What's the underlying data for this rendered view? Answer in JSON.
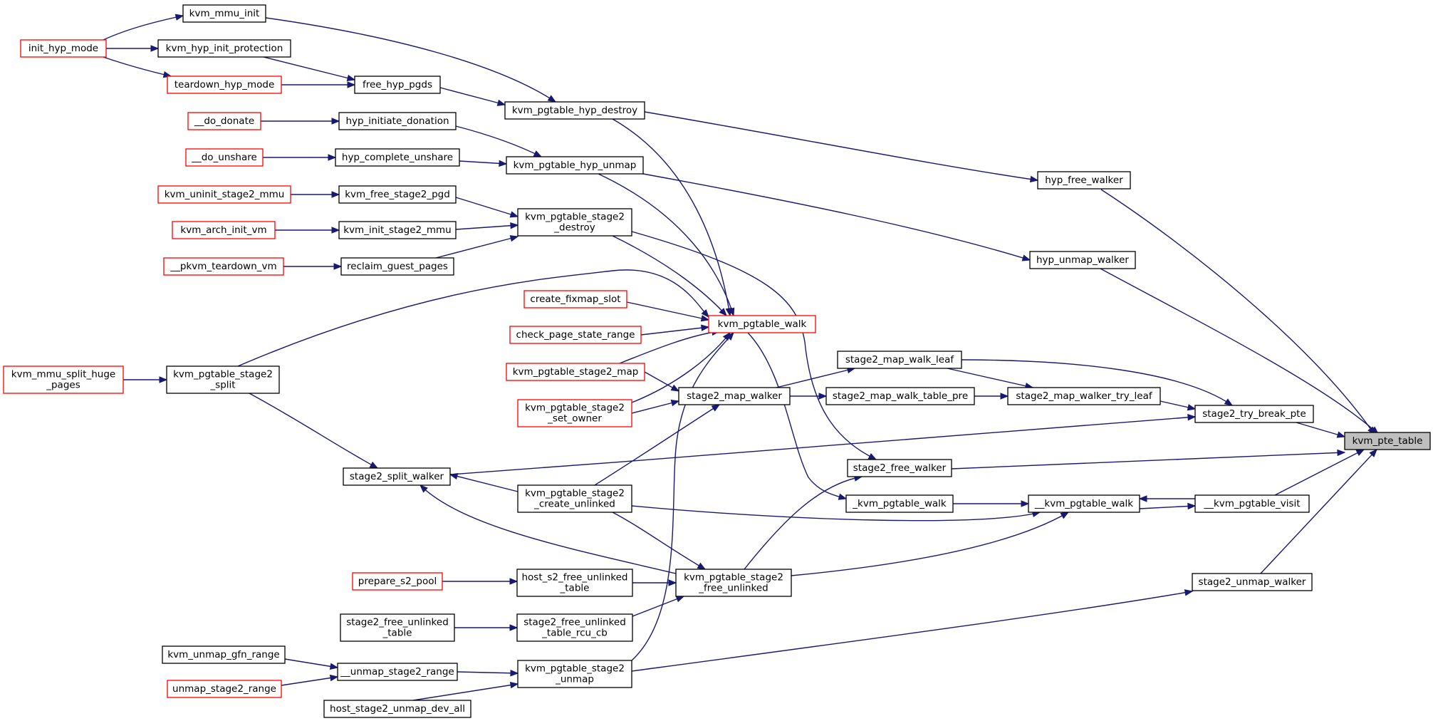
{
  "graph": {
    "title": "",
    "colors": {
      "edge": "#191970",
      "node_border": "#000000",
      "external_border": "#ff0000",
      "root_fill": "#bfbfbf"
    },
    "nodes": [
      {
        "id": "kvm_pte_table",
        "label": [
          "kvm_pte_table"
        ],
        "style": "root"
      },
      {
        "id": "hyp_free_walker",
        "label": [
          "hyp_free_walker"
        ],
        "style": "normal"
      },
      {
        "id": "hyp_unmap_walker",
        "label": [
          "hyp_unmap_walker"
        ],
        "style": "normal"
      },
      {
        "id": "stage2_try_break_pte",
        "label": [
          "stage2_try_break_pte"
        ],
        "style": "normal"
      },
      {
        "id": "stage2_free_walker",
        "label": [
          "stage2_free_walker"
        ],
        "style": "normal"
      },
      {
        "id": "__kvm_pgtable_visit",
        "label": [
          "__kvm_pgtable_visit"
        ],
        "style": "normal"
      },
      {
        "id": "stage2_unmap_walker",
        "label": [
          "stage2_unmap_walker"
        ],
        "style": "normal"
      },
      {
        "id": "stage2_map_walk_leaf",
        "label": [
          "stage2_map_walk_leaf"
        ],
        "style": "normal"
      },
      {
        "id": "stage2_map_walker_try_leaf",
        "label": [
          "stage2_map_walker_try_leaf"
        ],
        "style": "normal"
      },
      {
        "id": "stage2_map_walk_table_pre",
        "label": [
          "stage2_map_walk_table_pre"
        ],
        "style": "normal"
      },
      {
        "id": "__kvm_pgtable_walk",
        "label": [
          "__kvm_pgtable_walk"
        ],
        "style": "normal"
      },
      {
        "id": "_kvm_pgtable_walk",
        "label": [
          "_kvm_pgtable_walk"
        ],
        "style": "normal"
      },
      {
        "id": "kvm_pgtable_walk",
        "label": [
          "kvm_pgtable_walk"
        ],
        "style": "red"
      },
      {
        "id": "stage2_map_walker",
        "label": [
          "stage2_map_walker"
        ],
        "style": "normal"
      },
      {
        "id": "stage2_split_walker",
        "label": [
          "stage2_split_walker"
        ],
        "style": "normal"
      },
      {
        "id": "kvm_pgtable_stage2_create_unlinked",
        "label": [
          "kvm_pgtable_stage2",
          "_create_unlinked"
        ],
        "style": "normal"
      },
      {
        "id": "kvm_pgtable_stage2_free_unlinked",
        "label": [
          "kvm_pgtable_stage2",
          "_free_unlinked"
        ],
        "style": "normal"
      },
      {
        "id": "kvm_pgtable_hyp_destroy",
        "label": [
          "kvm_pgtable_hyp_destroy"
        ],
        "style": "normal"
      },
      {
        "id": "kvm_pgtable_hyp_unmap",
        "label": [
          "kvm_pgtable_hyp_unmap"
        ],
        "style": "normal"
      },
      {
        "id": "kvm_pgtable_stage2_destroy",
        "label": [
          "kvm_pgtable_stage2",
          "_destroy"
        ],
        "style": "normal"
      },
      {
        "id": "kvm_pgtable_stage2_unmap",
        "label": [
          "kvm_pgtable_stage2",
          "_unmap"
        ],
        "style": "normal"
      },
      {
        "id": "host_s2_free_unlinked_table",
        "label": [
          "host_s2_free_unlinked",
          "_table"
        ],
        "style": "normal"
      },
      {
        "id": "stage2_free_unlinked_table_rcu_cb",
        "label": [
          "stage2_free_unlinked",
          "_table_rcu_cb"
        ],
        "style": "normal"
      },
      {
        "id": "kvm_pgtable_stage2_split",
        "label": [
          "kvm_pgtable_stage2",
          "_split"
        ],
        "style": "normal"
      },
      {
        "id": "create_fixmap_slot",
        "label": [
          "create_fixmap_slot"
        ],
        "style": "red"
      },
      {
        "id": "check_page_state_range",
        "label": [
          "check_page_state_range"
        ],
        "style": "red"
      },
      {
        "id": "kvm_pgtable_stage2_map",
        "label": [
          "kvm_pgtable_stage2_map"
        ],
        "style": "red"
      },
      {
        "id": "kvm_pgtable_stage2_set_owner",
        "label": [
          "kvm_pgtable_stage2",
          "_set_owner"
        ],
        "style": "red"
      },
      {
        "id": "kvm_mmu_init",
        "label": [
          "kvm_mmu_init"
        ],
        "style": "normal"
      },
      {
        "id": "kvm_hyp_init_protection",
        "label": [
          "kvm_hyp_init_protection"
        ],
        "style": "normal"
      },
      {
        "id": "free_hyp_pgds",
        "label": [
          "free_hyp_pgds"
        ],
        "style": "normal"
      },
      {
        "id": "hyp_initiate_donation",
        "label": [
          "hyp_initiate_donation"
        ],
        "style": "normal"
      },
      {
        "id": "hyp_complete_unshare",
        "label": [
          "hyp_complete_unshare"
        ],
        "style": "normal"
      },
      {
        "id": "kvm_free_stage2_pgd",
        "label": [
          "kvm_free_stage2_pgd"
        ],
        "style": "normal"
      },
      {
        "id": "kvm_init_stage2_mmu",
        "label": [
          "kvm_init_stage2_mmu"
        ],
        "style": "normal"
      },
      {
        "id": "reclaim_guest_pages",
        "label": [
          "reclaim_guest_pages"
        ],
        "style": "normal"
      },
      {
        "id": "__unmap_stage2_range",
        "label": [
          "__unmap_stage2_range"
        ],
        "style": "normal"
      },
      {
        "id": "host_stage2_unmap_dev_all",
        "label": [
          "host_stage2_unmap_dev_all"
        ],
        "style": "normal"
      },
      {
        "id": "init_hyp_mode",
        "label": [
          "init_hyp_mode"
        ],
        "style": "red"
      },
      {
        "id": "teardown_hyp_mode",
        "label": [
          "teardown_hyp_mode"
        ],
        "style": "red"
      },
      {
        "id": "__do_donate",
        "label": [
          "__do_donate"
        ],
        "style": "red"
      },
      {
        "id": "__do_unshare",
        "label": [
          "__do_unshare"
        ],
        "style": "red"
      },
      {
        "id": "kvm_uninit_stage2_mmu",
        "label": [
          "kvm_uninit_stage2_mmu"
        ],
        "style": "red"
      },
      {
        "id": "kvm_arch_init_vm",
        "label": [
          "kvm_arch_init_vm"
        ],
        "style": "red"
      },
      {
        "id": "__pkvm_teardown_vm",
        "label": [
          "__pkvm_teardown_vm"
        ],
        "style": "red"
      },
      {
        "id": "kvm_mmu_split_huge_pages",
        "label": [
          "kvm_mmu_split_huge",
          "_pages"
        ],
        "style": "red"
      },
      {
        "id": "prepare_s2_pool",
        "label": [
          "prepare_s2_pool"
        ],
        "style": "red"
      },
      {
        "id": "stage2_free_unlinked_table",
        "label": [
          "stage2_free_unlinked",
          "_table"
        ],
        "style": "normal"
      },
      {
        "id": "kvm_unmap_gfn_range",
        "label": [
          "kvm_unmap_gfn_range"
        ],
        "style": "normal"
      },
      {
        "id": "unmap_stage2_range",
        "label": [
          "unmap_stage2_range"
        ],
        "style": "red"
      }
    ]
  }
}
